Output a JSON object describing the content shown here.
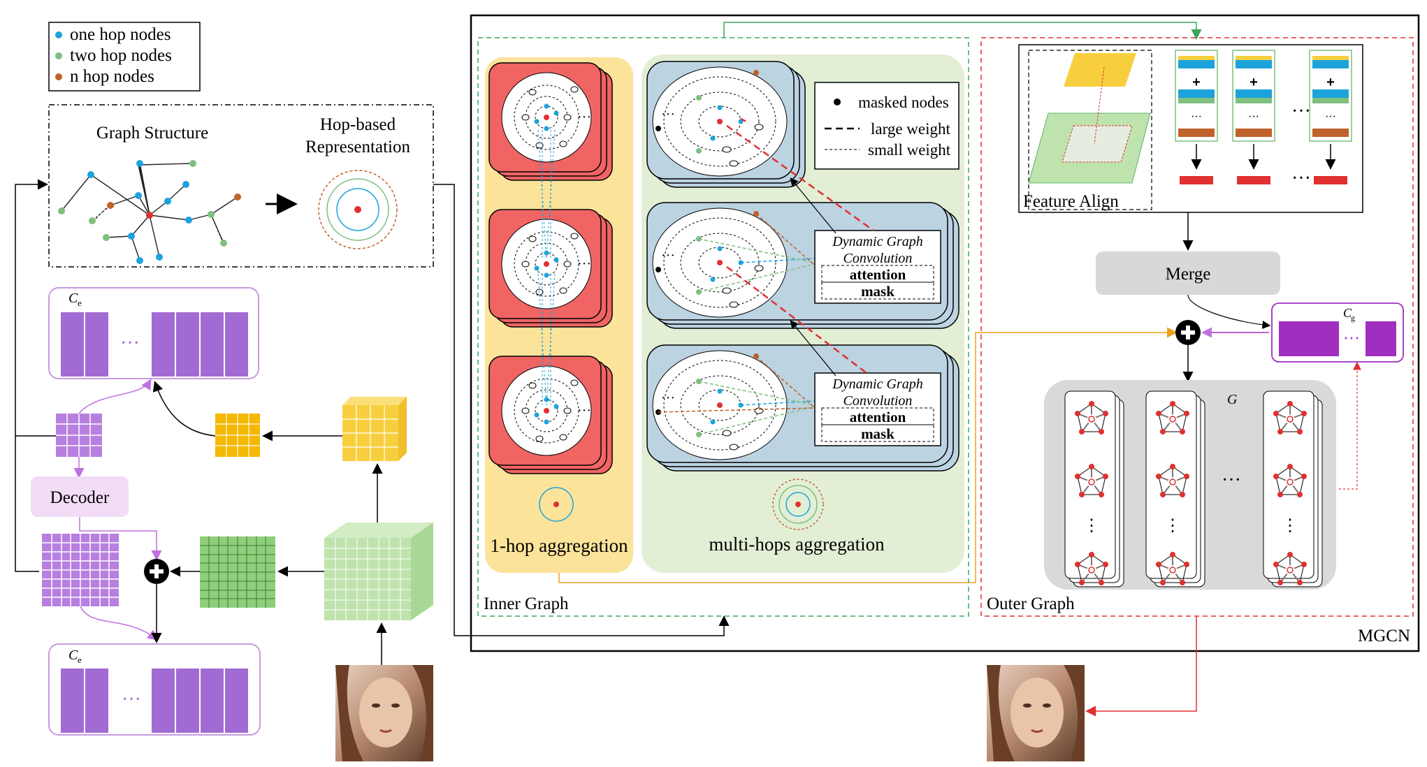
{
  "legend": {
    "items": [
      {
        "label": "one hop nodes",
        "color": "#1ca3dc"
      },
      {
        "label": "two hop nodes",
        "color": "#7fbf7f"
      },
      {
        "label": "n hop nodes",
        "color": "#c0622b"
      }
    ]
  },
  "graph_box": {
    "structure_label": "Graph Structure",
    "hop_label_line1": "Hop-based",
    "hop_label_line2": "Representation"
  },
  "left_panel": {
    "ce_top": "C",
    "ce_sub": "e",
    "ce_bottom": "C",
    "ce_bottom_sub": "e",
    "decoder_label": "Decoder",
    "dots": "···"
  },
  "mgcn": {
    "title": "MGCN",
    "inner_graph_label": "Inner Graph",
    "outer_graph_label": "Outer Graph",
    "one_hop_label": "1-hop aggregation",
    "multi_hop_label": "multi-hops aggregation",
    "weight_legend": {
      "masked": "masked nodes",
      "large": "large weight",
      "small": "small weight"
    },
    "dgc": {
      "line1": "Dynamic Graph",
      "line2": "Convolution",
      "attention": "attention",
      "mask": "mask"
    },
    "feature_align_label": "Feature Align",
    "merge_label": "Merge",
    "cg_label": "C",
    "cg_sub": "g",
    "g_label": "G",
    "ellipsis": "···"
  },
  "colors": {
    "purple": "#a26bd3",
    "purple_dark": "#a02fc0",
    "yellow": "#f5c518",
    "green_grid": "#8fce7a",
    "salmon": "#f06464",
    "panel_yellow": "#fbe39a",
    "panel_green": "#e2efd5",
    "panel_blue": "#bcd3e2",
    "red_dash": "#e03030",
    "green_dash": "#3aa757",
    "orange_line": "#f0a020"
  }
}
